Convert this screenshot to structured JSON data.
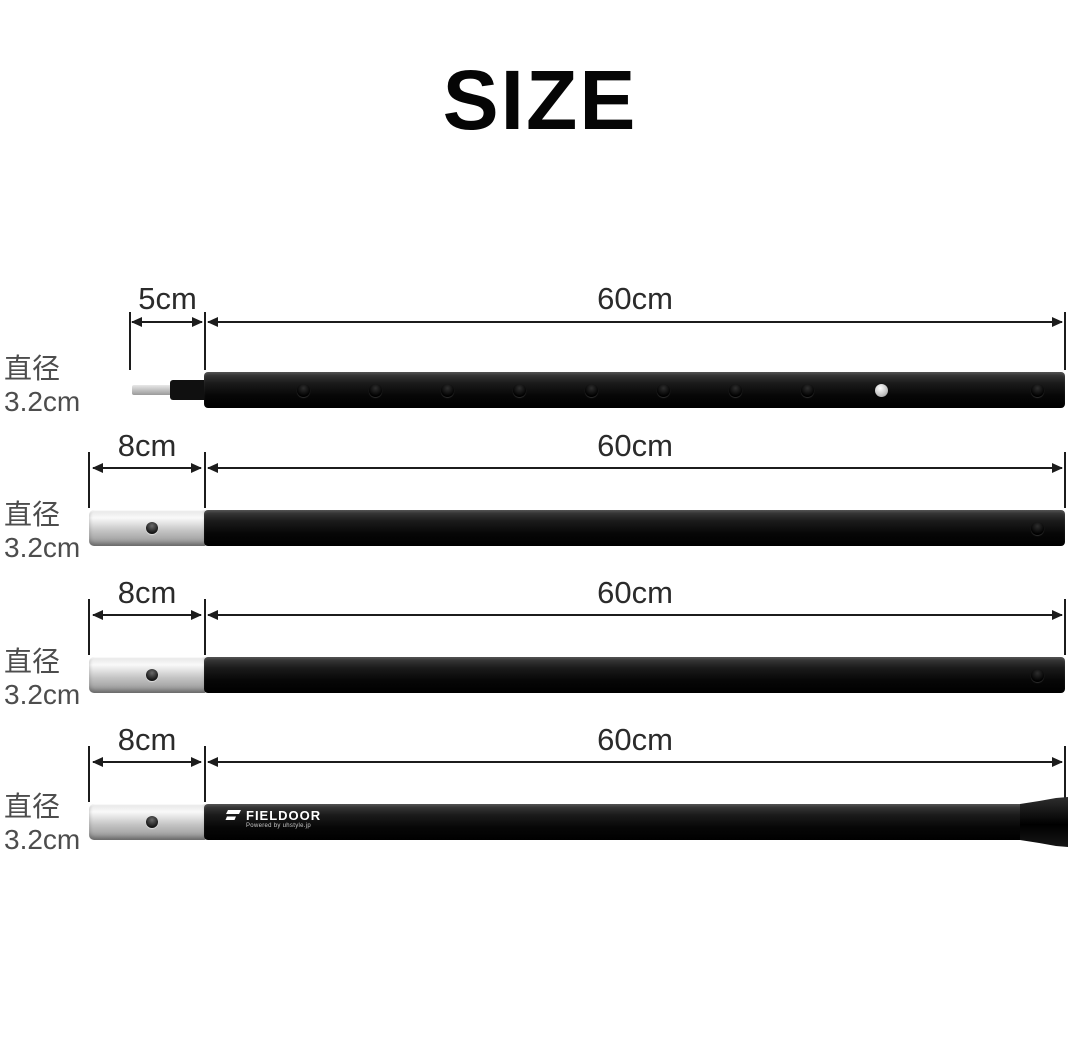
{
  "title": "SIZE",
  "rows": [
    {
      "segment_dim": "5cm",
      "pole_dim": "60cm"
    },
    {
      "segment_dim": "8cm",
      "pole_dim": "60cm"
    },
    {
      "segment_dim": "8cm",
      "pole_dim": "60cm"
    },
    {
      "segment_dim": "8cm",
      "pole_dim": "60cm"
    }
  ],
  "diameter": {
    "line1": "直径",
    "line2": "3.2cm"
  },
  "logo": {
    "brand": "FIELDOOR",
    "tagline": "Powered by uhstyle.jp"
  },
  "colors": {
    "background": "#ffffff",
    "pole_black": "#0a0a0a",
    "metal_silver": "#c9c9c9",
    "dimension_line": "#1c1c1c",
    "label_gray": "#4d4d4d"
  }
}
